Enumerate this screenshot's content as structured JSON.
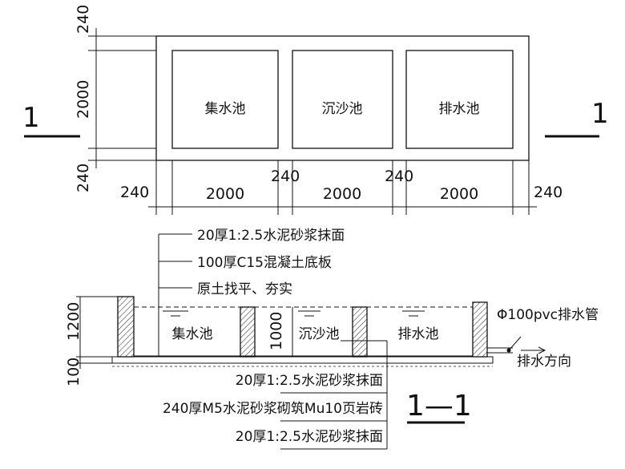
{
  "plan": {
    "rooms": [
      "集水池",
      "沉沙池",
      "排水池"
    ],
    "vertical_dims": [
      "240",
      "2000",
      "240"
    ],
    "horizontal_dims": [
      "240",
      "2000",
      "240",
      "2000",
      "240",
      "2000",
      "240"
    ],
    "section_marker": "1"
  },
  "section": {
    "top_notes": [
      "20厚1:2.5水泥砂浆抹面",
      "100厚C15混凝土底板",
      "原土找平、夯实"
    ],
    "bottom_notes": [
      "20厚1:2.5水泥砂浆抹面",
      "240厚M5水泥砂浆砌筑Mu10页岩砖",
      "20厚1:2.5水泥砂浆抹面"
    ],
    "rooms": [
      "集水池",
      "沉沙池",
      "排水池"
    ],
    "depth_dim": "1000",
    "height_dims": [
      "1200",
      "100"
    ],
    "pipe_label": "Φ100pvc排水管",
    "flow_label": "排水方向",
    "title": "1—1"
  }
}
